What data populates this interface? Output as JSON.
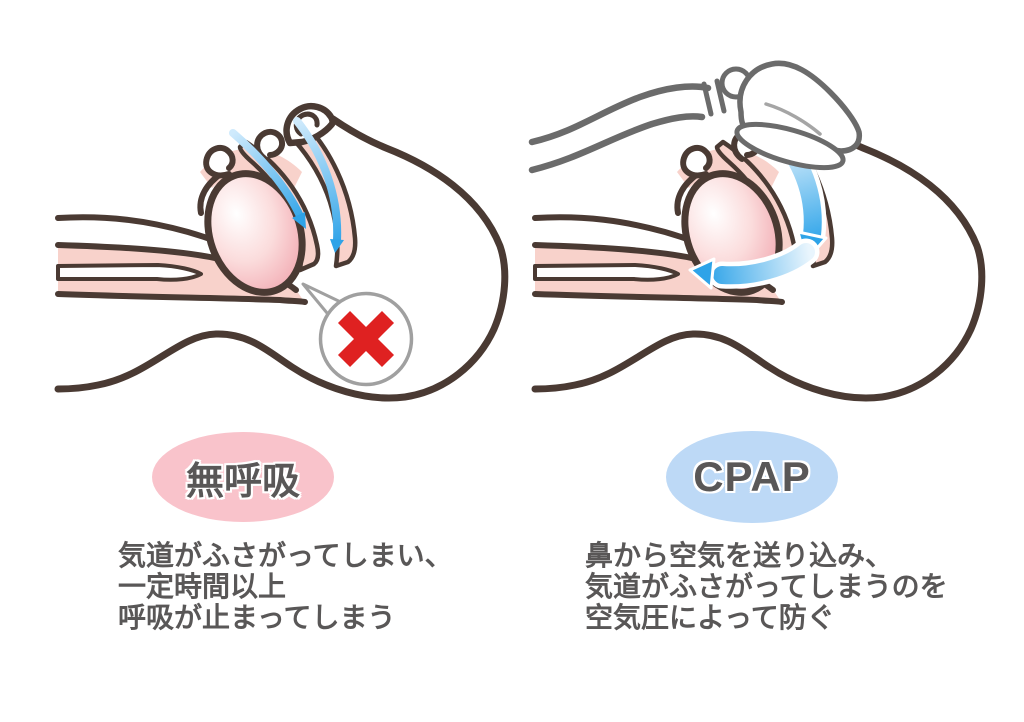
{
  "page": {
    "background_color": "#ffffff",
    "language": "ja",
    "topic": "sleep-apnea-vs-cpap-comparison"
  },
  "panels": [
    {
      "id": "apnea",
      "label": "無呼吸",
      "label_bg_color": "#f9c3cb",
      "description_lines": [
        "気道がふさがってしまい、",
        "一定時間以上",
        "呼吸が止まってしまう"
      ],
      "illustration": "head-profile-blocked-airway",
      "marker_icon": "red-cross-icon"
    },
    {
      "id": "cpap",
      "label": "CPAP",
      "label_bg_color": "#bdd9f6",
      "description_lines": [
        "鼻から空気を送り込み、",
        "気道がふさがってしまうのを",
        "空気圧によって防ぐ"
      ],
      "illustration": "head-profile-cpap-mask-airflow",
      "marker_icon": "airflow-arrow-icon"
    }
  ],
  "colors": {
    "outline_brown": "#4a3a33",
    "skin_pink": "#f8d2cb",
    "tongue_deep_pink": "#ee97a2",
    "airflow_blue": "#2ea3e8",
    "airflow_light_blue": "#cfeafc",
    "cross_red": "#df2121",
    "mask_gray": "#6b6b6b",
    "bubble_gray": "#a0a0a0",
    "text_gray": "#595757"
  }
}
